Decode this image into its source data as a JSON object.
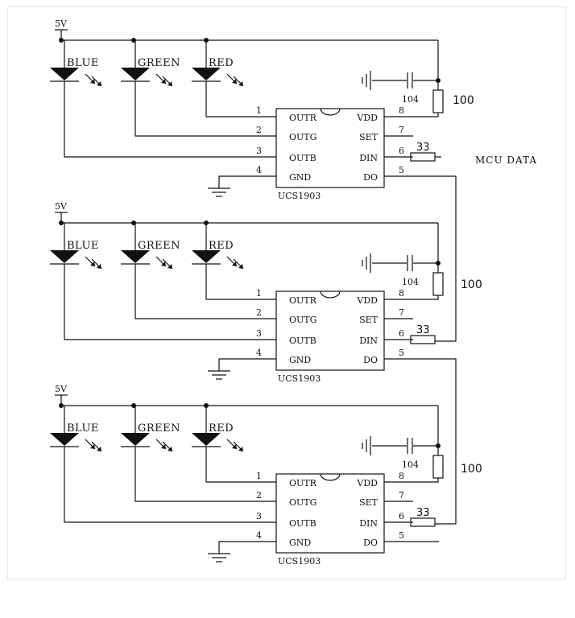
{
  "mcu_label": "MCU DATA",
  "stages": [
    {
      "supply": "5V",
      "leds": [
        "BLUE",
        "GREEN",
        "RED"
      ],
      "ic": {
        "part": "UCS1903",
        "left_pins": [
          {
            "num": "1",
            "name": "OUTR"
          },
          {
            "num": "2",
            "name": "OUTG"
          },
          {
            "num": "3",
            "name": "OUTB"
          },
          {
            "num": "4",
            "name": "GND"
          }
        ],
        "right_pins": [
          {
            "num": "8",
            "name": "VDD"
          },
          {
            "num": "7",
            "name": "SET"
          },
          {
            "num": "6",
            "name": "DIN"
          },
          {
            "num": "5",
            "name": "DO"
          }
        ]
      },
      "capacitor": "104",
      "resistor": "100",
      "data_resistor": "33"
    },
    {
      "supply": "5V",
      "leds": [
        "BLUE",
        "GREEN",
        "RED"
      ],
      "ic": {
        "part": "UCS1903",
        "left_pins": [
          {
            "num": "1",
            "name": "OUTR"
          },
          {
            "num": "2",
            "name": "OUTG"
          },
          {
            "num": "3",
            "name": "OUTB"
          },
          {
            "num": "4",
            "name": "GND"
          }
        ],
        "right_pins": [
          {
            "num": "8",
            "name": "VDD"
          },
          {
            "num": "7",
            "name": "SET"
          },
          {
            "num": "6",
            "name": "DIN"
          },
          {
            "num": "5",
            "name": "DO"
          }
        ]
      },
      "capacitor": "104",
      "resistor": "100",
      "data_resistor": "33"
    },
    {
      "supply": "5V",
      "leds": [
        "BLUE",
        "GREEN",
        "RED"
      ],
      "ic": {
        "part": "UCS1903",
        "left_pins": [
          {
            "num": "1",
            "name": "OUTR"
          },
          {
            "num": "2",
            "name": "OUTG"
          },
          {
            "num": "3",
            "name": "OUTB"
          },
          {
            "num": "4",
            "name": "GND"
          }
        ],
        "right_pins": [
          {
            "num": "8",
            "name": "VDD"
          },
          {
            "num": "7",
            "name": "SET"
          },
          {
            "num": "6",
            "name": "DIN"
          },
          {
            "num": "5",
            "name": "DO"
          }
        ]
      },
      "capacitor": "104",
      "resistor": "100",
      "data_resistor": "33"
    }
  ]
}
